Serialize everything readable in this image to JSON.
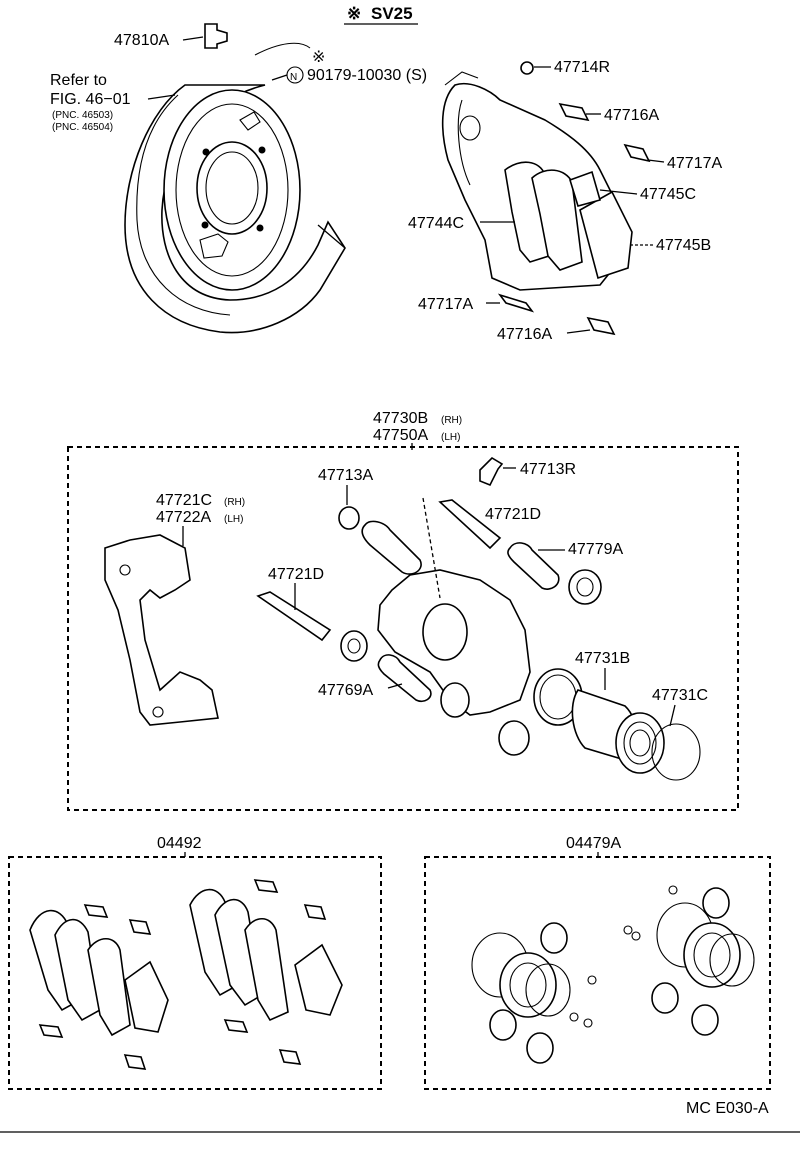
{
  "header": {
    "mark": "※",
    "code": "SV25"
  },
  "refer": {
    "line1": "Refer to",
    "line2": "FIG. 46−01",
    "pnc1": "(PNC. 46503)",
    "pnc2": "(PNC. 46504)"
  },
  "note": {
    "mark": "※",
    "n_symbol": "N",
    "text": "90179-10030 (S)"
  },
  "top_labels": {
    "p47810A": "47810A",
    "p47714R": "47714R",
    "p47716A_a": "47716A",
    "p47717A_a": "47717A",
    "p47745C": "47745C",
    "p47744C": "47744C",
    "p47745B": "47745B",
    "p47717A_b": "47717A",
    "p47716A_b": "47716A"
  },
  "caliper": {
    "assy_rh": "47730B",
    "assy_rh_side": "(RH)",
    "assy_lh": "47750A",
    "assy_lh_side": "(LH)",
    "mount_rh": "47721C",
    "mount_rh_side": "(RH)",
    "mount_lh": "47722A",
    "mount_lh_side": "(LH)",
    "p47713A": "47713A",
    "p47713R": "47713R",
    "p47721D_a": "47721D",
    "p47779A": "47779A",
    "p47721D_b": "47721D",
    "p47731B": "47731B",
    "p47769A": "47769A",
    "p47731C": "47731C"
  },
  "kits": {
    "pad_kit": "04492",
    "seal_kit": "04479A"
  },
  "footer": {
    "code": "MC  E030-A"
  }
}
